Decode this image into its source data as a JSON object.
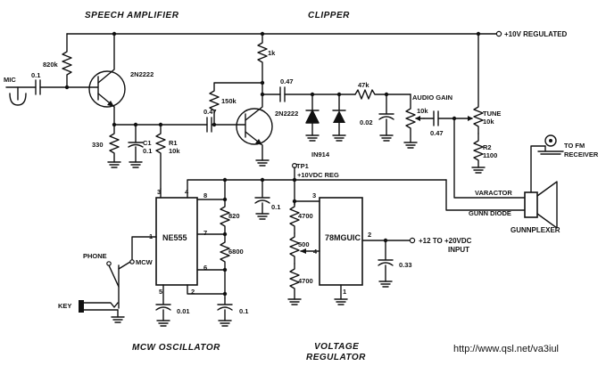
{
  "titles": {
    "speech_amplifier": "SPEECH AMPLIFIER",
    "clipper": "CLIPPER",
    "mcw_oscillator": "MCW OSCILLATOR",
    "voltage_regulator_1": "VOLTAGE",
    "voltage_regulator_2": "REGULATOR",
    "gunnplexer": "GUNNPLEXER"
  },
  "labels": {
    "mic": "MIC",
    "v_regulated": "+10V REGULATED",
    "audio_gain": "AUDIO GAIN",
    "tune": "TUNE",
    "to_fm_1": "TO FM",
    "to_fm_2": "RECEIVER",
    "varactor": "VARACTOR",
    "gunn_diode": "GUNN DIODE",
    "tp1": "TP1",
    "reg_out": "+10VDC REG",
    "input_1": "+12 TO +20VDC",
    "input_2": "INPUT",
    "phone": "PHONE",
    "mcw": "MCW",
    "key": "KEY",
    "url": "http://www.qsl.net/va3iul"
  },
  "parts": {
    "q1": "2N2222",
    "q2": "2N2222",
    "r820k": "820k",
    "c_mic": "0.1",
    "r330": "330",
    "c1": "C1",
    "c1v": "0.1",
    "r1": "R1",
    "r1v": "10k",
    "c047a": "0.47",
    "r1k": "1k",
    "r150k": "150k",
    "c047b": "0.47",
    "r47k": "47k",
    "c002": "0.02",
    "d": "IN914",
    "pot10k_a": "10k",
    "c047c": "0.47",
    "pot10k_b": "10k",
    "r2": "R2",
    "r2v": "1100",
    "ic1": "NE555",
    "r820": "820",
    "r6800": "6800",
    "c_t": "0.1",
    "c_tt": "0.01",
    "c_ct": "0.1",
    "ic2": "78MGUIC",
    "r4700a": "4700",
    "r500": "500",
    "r4700b": "4700",
    "c033": "0.33"
  },
  "pins": {
    "p3": "3",
    "p4": "4",
    "p8": "8",
    "p7": "7",
    "p6": "6",
    "p1": "1",
    "p5": "5",
    "p2": "2",
    "r3": "3",
    "r2": "2",
    "r4": "4",
    "r1": "1"
  }
}
